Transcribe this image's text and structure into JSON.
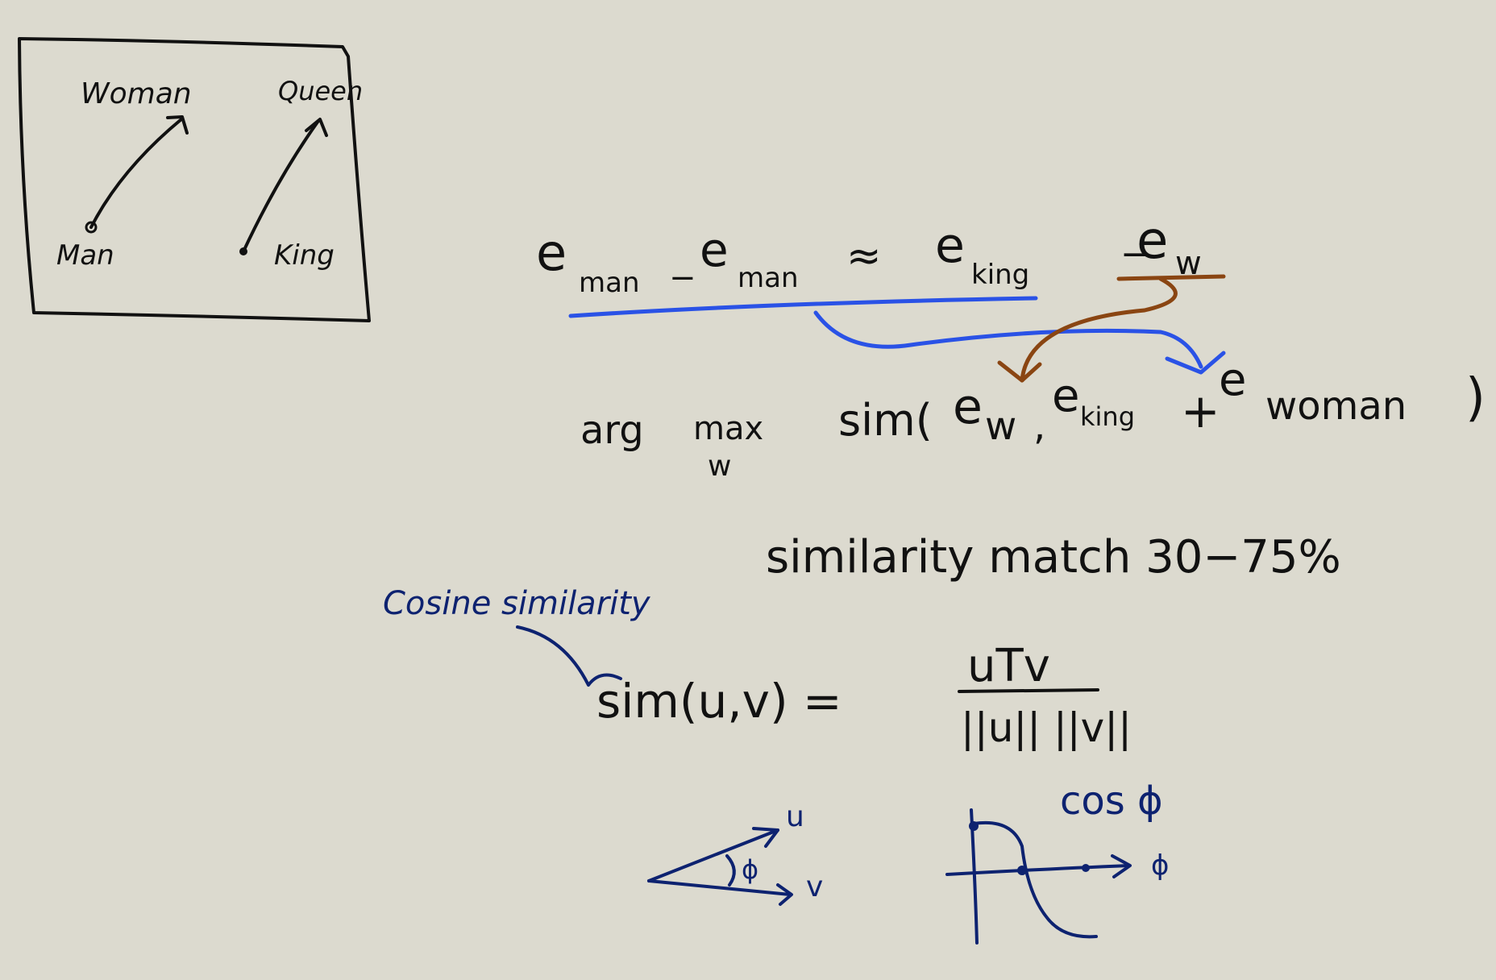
{
  "colors": {
    "background": "#dcdacf",
    "black_ink": "#111111",
    "navy_ink": "#0d2270",
    "blue_ink": "#2a52e6",
    "brown_ink": "#8a4512"
  },
  "diagram_box": {
    "woman": "Woman",
    "queen": "Queen",
    "man": "Man",
    "king": "King"
  },
  "analogy": {
    "e1": "e",
    "e1_sub": "man",
    "minus1": "−",
    "e2": "e",
    "e2_sub": "man",
    "approx": "≈",
    "e3": "e",
    "e3_sub": "king",
    "minus2": "−",
    "e4": "e",
    "e4_sub": "w"
  },
  "argmax": {
    "arg": "arg",
    "max": "max",
    "sub": "w",
    "sim_open": "sim(",
    "e_w": "e",
    "e_w_sub": "w",
    "comma": ",",
    "e_king": "e",
    "e_king_sub": "king",
    "plus": "+",
    "e_woman": "e",
    "e_woman_sub": "woman",
    "close": ")"
  },
  "similarity_note": "similarity match 30−75%",
  "cosine": {
    "label": "Cosine similarity",
    "lhs": "sim(u,v) =",
    "numerator": "uTv",
    "denominator": "||u|| ||v||"
  },
  "vectors": {
    "u": "u",
    "v": "v",
    "angle": "ϕ"
  },
  "cos_plot": {
    "title": "cos ϕ",
    "axis": "ϕ"
  }
}
